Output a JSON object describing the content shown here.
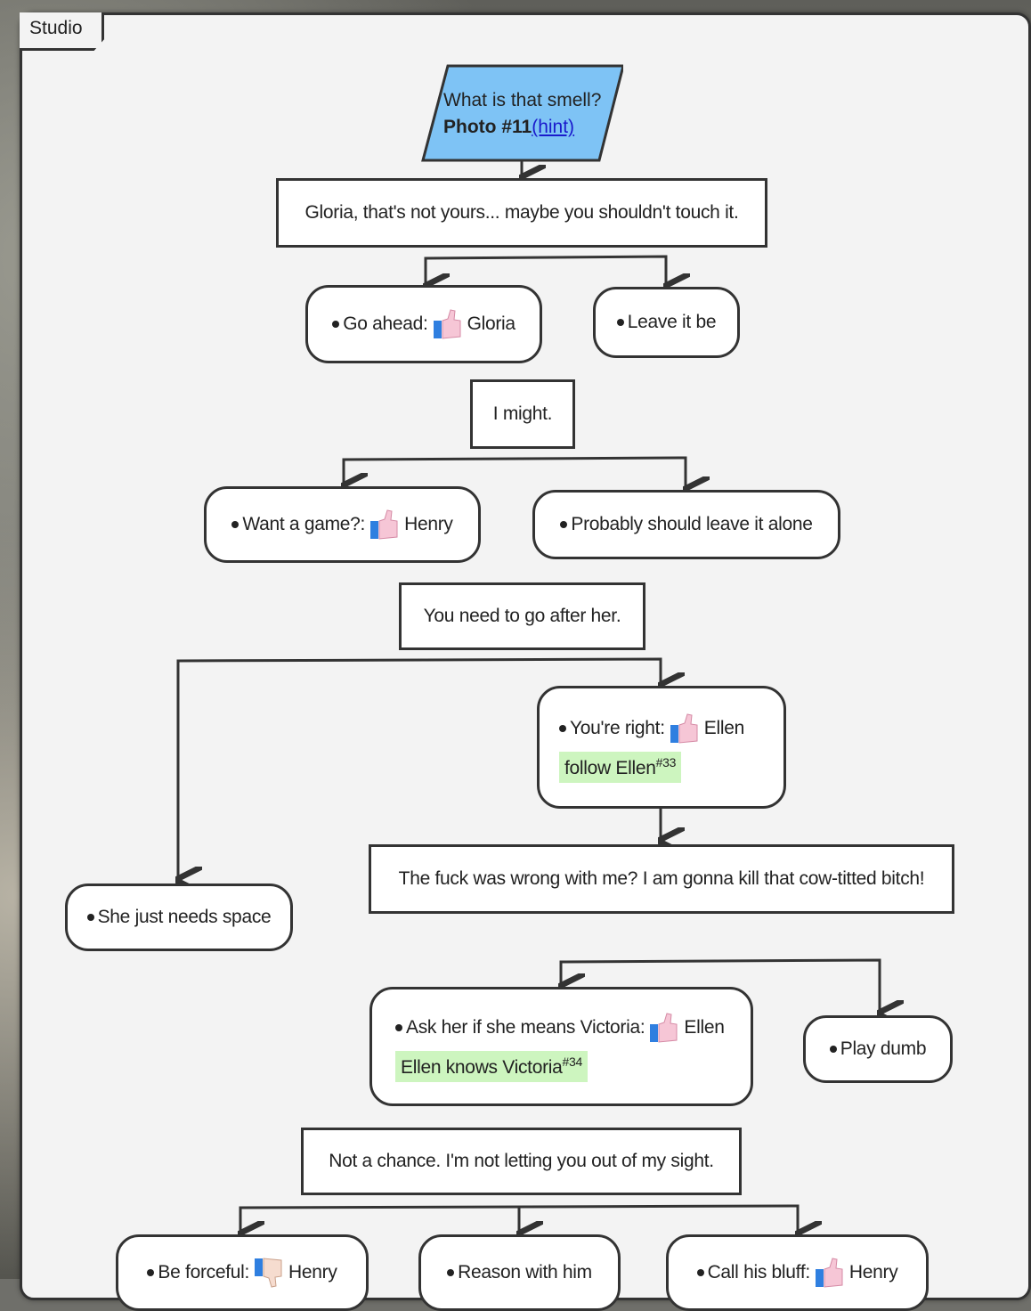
{
  "panel": {
    "label": "Studio"
  },
  "start": {
    "title": "What is that smell?",
    "photo": "Photo #11",
    "hint": "(hint)"
  },
  "nodes": {
    "line1": "Gloria, that's not yours... maybe you shouldn't touch it.",
    "choice_go_ahead": {
      "text": "Go ahead:",
      "reaction": "like",
      "who": "Gloria"
    },
    "choice_leave": {
      "text": "Leave it be"
    },
    "line2": "I might.",
    "choice_game": {
      "text": "Want a game?:",
      "reaction": "like",
      "who": "Henry"
    },
    "choice_probably": {
      "text": "Probably should leave it alone"
    },
    "line3": "You need to go after her.",
    "choice_right": {
      "text": "You're right:",
      "reaction": "like",
      "who": "Ellen",
      "flag": "follow Ellen",
      "flag_num": "#33"
    },
    "choice_space": {
      "text": "She just needs space"
    },
    "line4": "The fuck was wrong with me? I am gonna kill that cow-titted bitch!",
    "choice_victoria": {
      "text": "Ask her if she means Victoria:",
      "reaction": "like",
      "who": "Ellen",
      "flag": "Ellen knows Victoria",
      "flag_num": "#34"
    },
    "choice_dumb": {
      "text": "Play dumb"
    },
    "line5": "Not a chance. I'm not letting you out of my sight.",
    "choice_forceful": {
      "text": "Be forceful:",
      "reaction": "dislike",
      "who": "Henry"
    },
    "choice_reason": {
      "text": "Reason with him"
    },
    "choice_bluff": {
      "text": "Call his bluff:",
      "reaction": "like",
      "who": "Henry"
    }
  },
  "colors": {
    "start_fill": "#7ec3f5",
    "flag_fill": "#cdf5bf",
    "thumb_blue": "#2f7fe0",
    "thumb_pink": "#f6c6d6"
  }
}
